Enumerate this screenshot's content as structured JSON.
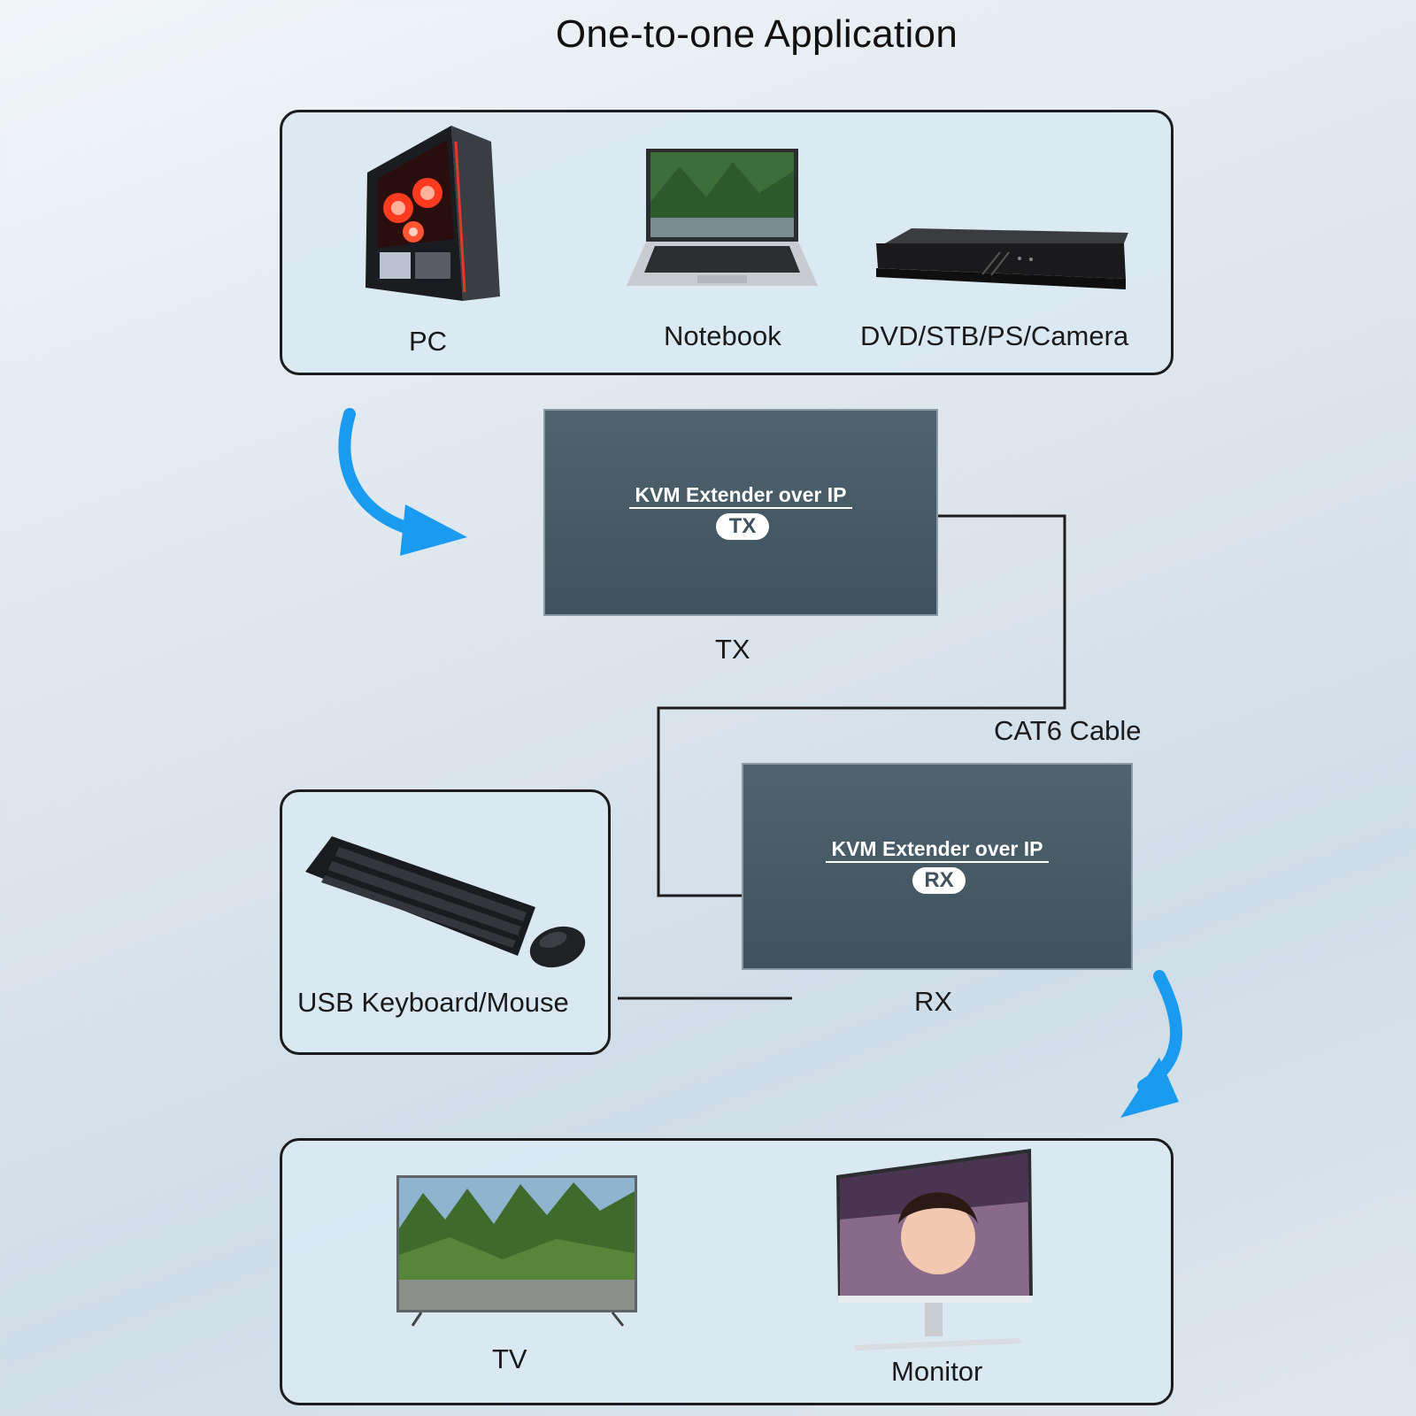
{
  "title": "One-to-one Application",
  "sources": {
    "pc_label": "PC",
    "notebook_label": "Notebook",
    "dvd_label": "DVD/STB/PS/Camera"
  },
  "tx": {
    "device_text": "KVM Extender over IP",
    "badge": "TX",
    "label": "TX"
  },
  "cable_label": "CAT6 Cable",
  "rx": {
    "device_text": "KVM Extender over IP",
    "badge": "RX",
    "label": "RX"
  },
  "input_devices": {
    "label": "USB Keyboard/Mouse"
  },
  "displays": {
    "tv_label": "TV",
    "monitor_label": "Monitor"
  },
  "colors": {
    "arrow": "#1a9bf0",
    "device_box": "#465a66",
    "panel_border": "#1c1c1c"
  }
}
